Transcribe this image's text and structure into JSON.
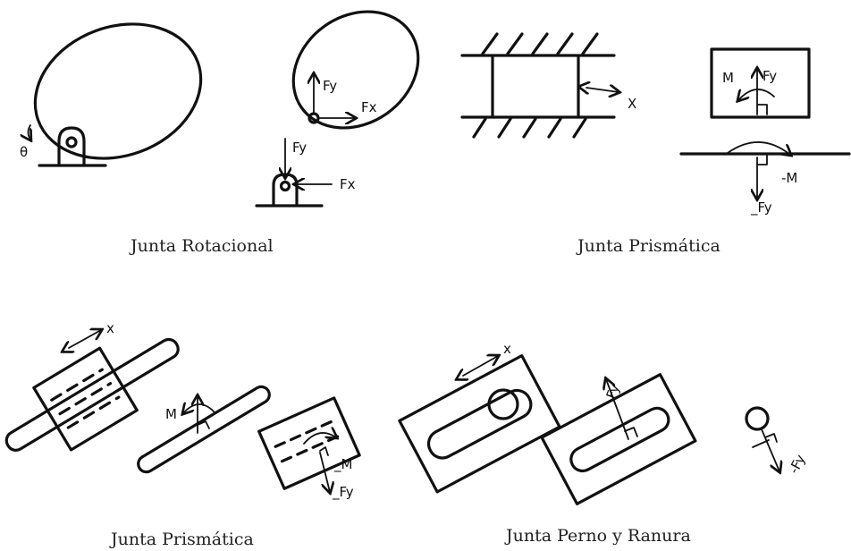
{
  "captions": {
    "top_left": "Junta Rotacional",
    "top_right": "Junta Prismática",
    "bottom_left": "Junta Prismática",
    "bottom_right": "Junta Perno y Ranura"
  },
  "labels": {
    "theta": "θ",
    "fy": "Fy",
    "fx": "Fx",
    "x": "X",
    "x_lower": "x",
    "m": "M",
    "minus_m": "-M",
    "minus_m2": "_M",
    "minus_fy": "_Fy",
    "minus_fy2": "-Fy"
  }
}
